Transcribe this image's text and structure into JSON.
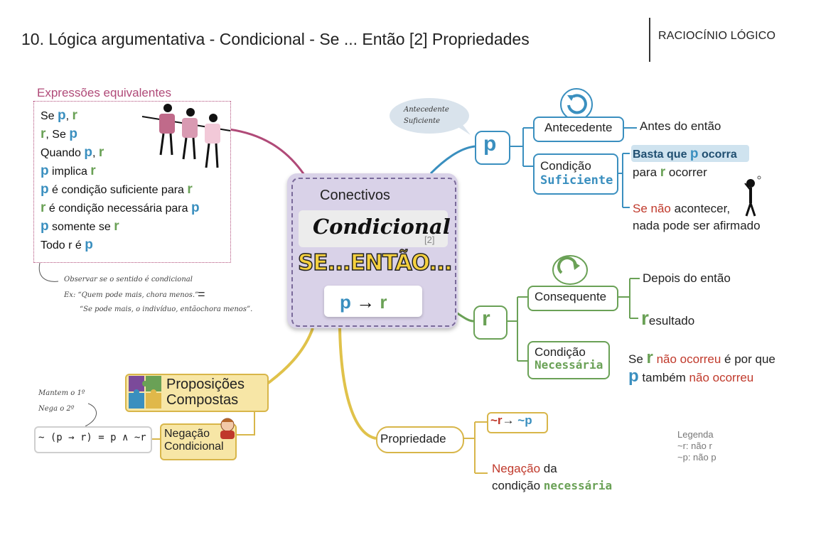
{
  "header": {
    "title": "10. Lógica argumentativa - Condicional - Se ... Então [2] Propriedades",
    "subject": "RACIOCÍNIO LÓGICO"
  },
  "expressions": {
    "title": "Expressões equivalentes",
    "lines": [
      {
        "a": "Se ",
        "b": "p",
        "c": ", ",
        "d": "r",
        "e": ""
      },
      {
        "a": "",
        "b": "r",
        "c": ", Se ",
        "d": "p",
        "e": ""
      },
      {
        "a": "Quando ",
        "b": "p",
        "c": ", ",
        "d": "r",
        "e": ""
      },
      {
        "a": "",
        "b": "p",
        "c": " implica ",
        "d": "r",
        "e": ""
      },
      {
        "a": "",
        "b": "p",
        "c": " é condição suficiente para ",
        "d": "r",
        "e": ""
      },
      {
        "a": "",
        "b": "r",
        "c": " é condição necessária para ",
        "d": "p",
        "e": ""
      },
      {
        "a": "",
        "b": "p",
        "c": " somente se ",
        "d": "r",
        "e": ""
      },
      {
        "a": "Todo r é ",
        "b": "p",
        "c": "",
        "d": "",
        "e": ""
      }
    ],
    "note1": "Observar se o sentido é condicional",
    "note2": "Ex: “Quem pode mais, chora menos.”",
    "note_equals": "=",
    "note3": "“Se pode mais, o indivíduo, entãochora menos”."
  },
  "center": {
    "connectives": "Conectivos",
    "conditional": "Condicional",
    "conditional_sup": "[2]",
    "se_entao": "SE...ENTÃO...",
    "formula_p": "p",
    "formula_arrow": "→",
    "formula_r": "r"
  },
  "antecedent_branch": {
    "bubble_line1": "Antecedente",
    "bubble_line2": "Suficiente",
    "node": "p",
    "antecedente": "Antecedente",
    "antes": "Antes do então",
    "condicao": "Condição",
    "suficiente": "Suficiente",
    "basta1": "Basta que ",
    "basta_p": "p",
    "basta2": " ocorra",
    "para1": "para ",
    "para_r": "r",
    "para2": " ocorrer",
    "senao": "Se não",
    "acontecer": " acontecer,",
    "nada": "nada pode ser afirmado"
  },
  "consequent_branch": {
    "node": "r",
    "consequente": "Consequente",
    "depois": "Depois do então",
    "resultado_r": "r",
    "resultado": "esultado",
    "condicao": "Condição",
    "necessaria": "Necessária",
    "se": "Se ",
    "se_r": "r",
    "nao_ocorreu": " não ocorreu",
    "porque": " é por que",
    "tambem_p": "p",
    "tambem": " também ",
    "nao_ocorreu2": "não ocorreu"
  },
  "compound": {
    "label_line1": "Proposições",
    "label_line2": "Compostas",
    "negation_line1": "Negação",
    "negation_line2": "Condicional",
    "formula": "~ (p → r) = p ∧ ~r",
    "keep": "Mantem o 1º",
    "deny": "Nega o 2º"
  },
  "property": {
    "label": "Propriedade",
    "contra_a": "~r",
    "contra_arrow": "→ ",
    "contra_b": "~p",
    "neg": "Negação",
    "da": " da",
    "cond": "condição ",
    "necessaria": "necessária"
  },
  "legend": {
    "title": "Legenda",
    "r": "~r: não r",
    "p": "~p: não p"
  },
  "colors": {
    "p_blue": "#3a8fbf",
    "r_green": "#6aa156",
    "red": "#c0392b",
    "pink": "#b04a78",
    "yellow": "#f4d03f",
    "center_bg": "#d9d2e8"
  }
}
